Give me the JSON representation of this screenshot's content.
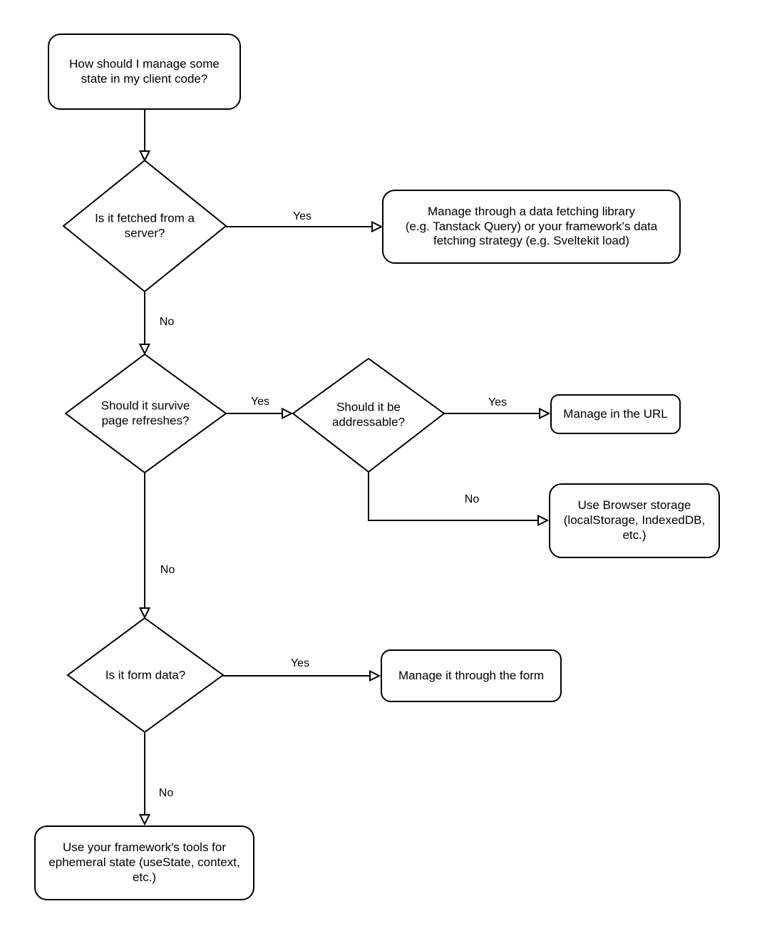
{
  "diagram": {
    "colors": {
      "stroke": "#000000",
      "node_fill": "#ffffff",
      "text": "#000000",
      "background": "#ffffff"
    },
    "nodes": {
      "start": {
        "type": "terminal",
        "label": "How should I manage some\nstate in my client code?"
      },
      "fetched": {
        "type": "decision",
        "label": "Is it fetched from a\nserver?"
      },
      "fetch_lib": {
        "type": "process",
        "label": "Manage through a data fetching library\n(e.g. Tanstack Query) or your framework's data\nfetching strategy (e.g. Sveltekit load)"
      },
      "survive": {
        "type": "decision",
        "label": "Should it survive\npage refreshes?"
      },
      "addressable": {
        "type": "decision",
        "label": "Should it be\naddressable?"
      },
      "url": {
        "type": "process",
        "label": "Manage in the URL"
      },
      "browser_storage": {
        "type": "process",
        "label": "Use Browser storage\n(localStorage, IndexedDB,\netc.)"
      },
      "form_data": {
        "type": "decision",
        "label": "Is it form data?"
      },
      "form": {
        "type": "process",
        "label": "Manage it through the form"
      },
      "ephemeral": {
        "type": "process",
        "label": "Use your framework's tools for\nephemeral state (useState, context,\netc.)"
      }
    },
    "edge_labels": {
      "fetched_yes": "Yes",
      "fetched_no": "No",
      "survive_yes": "Yes",
      "survive_no": "No",
      "addressable_yes": "Yes",
      "addressable_no": "No",
      "form_yes": "Yes",
      "form_no": "No"
    }
  }
}
